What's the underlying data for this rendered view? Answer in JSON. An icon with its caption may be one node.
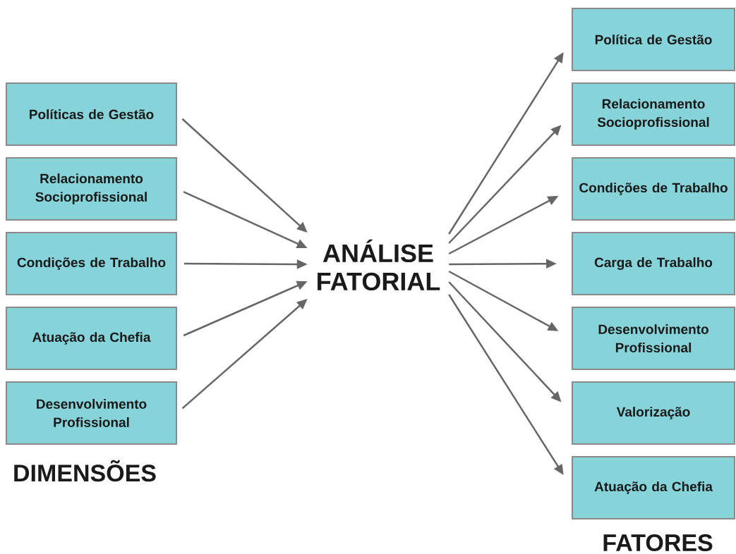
{
  "diagram": {
    "nodes": [
      {
        "text": [
          "Políticas de Gestão"
        ]
      },
      {
        "text": [
          "Relacionamento Socioprofissional"
        ]
      },
      {
        "text": [
          "Condições de Trabalho"
        ]
      },
      {
        "text": [
          "Atuação da Chefia"
        ]
      },
      {
        "text": [
          "Desenvolvimento Profissional"
        ]
      },
      {
        "text": [
          "ANÁLISE FATORIAL"
        ]
      },
      {
        "text": [
          "Política de Gestão"
        ]
      },
      {
        "text": [
          "Relacionamento Socioprofissional"
        ]
      },
      {
        "text": [
          "Condições de Trabalho"
        ]
      },
      {
        "text": [
          "Carga de Trabalho"
        ]
      },
      {
        "text": [
          "Desenvolvimento Profissional"
        ]
      },
      {
        "text": [
          "Valorização"
        ]
      },
      {
        "text": [
          "Atuação da Chefia"
        ]
      }
    ],
    "edges": [
      {
        "from": 0,
        "to": 5,
        "arrow": "to"
      },
      {
        "from": 1,
        "to": 5,
        "arrow": "to"
      },
      {
        "from": 2,
        "to": 5,
        "arrow": "to"
      },
      {
        "from": 3,
        "to": 5,
        "arrow": "to"
      },
      {
        "from": 4,
        "to": 5,
        "arrow": "to"
      },
      {
        "from": 5,
        "to": 6,
        "arrow": "to"
      },
      {
        "from": 5,
        "to": 7,
        "arrow": "to"
      },
      {
        "from": 5,
        "to": 8,
        "arrow": "to"
      },
      {
        "from": 5,
        "to": 9,
        "arrow": "to"
      },
      {
        "from": 5,
        "to": 10,
        "arrow": "to"
      },
      {
        "from": 5,
        "to": 11,
        "arrow": "to"
      },
      {
        "from": 5,
        "to": 12,
        "arrow": "to"
      }
    ],
    "labels": [
      "DIMENSÕES",
      "FATORES"
    ]
  }
}
